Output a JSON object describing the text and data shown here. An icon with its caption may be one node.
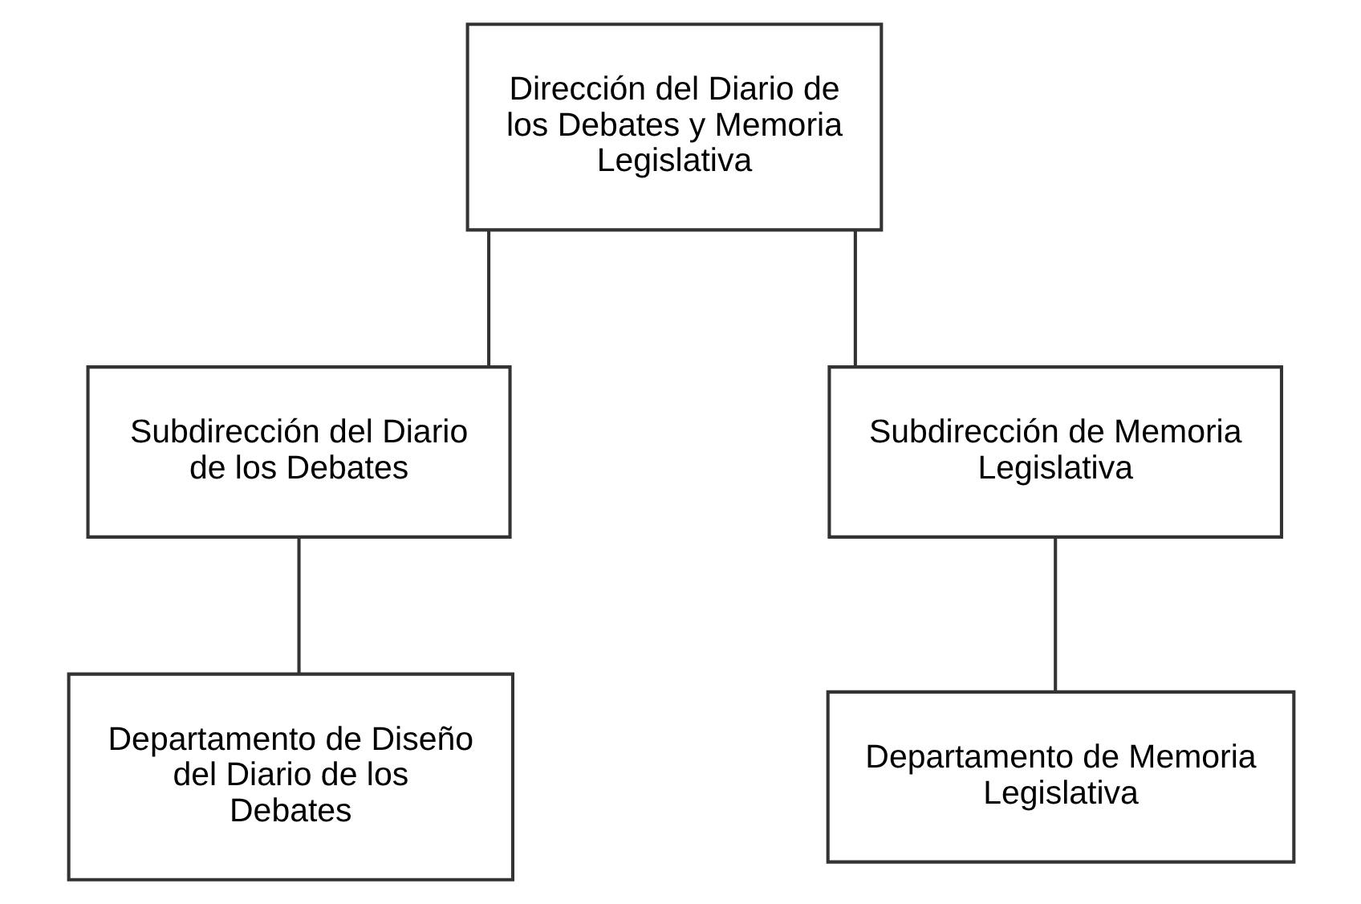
{
  "diagram": {
    "nodes": [
      {
        "text": [
          "Dirección del Diario de los Debates y Memoria Legislativa"
        ]
      },
      {
        "text": [
          "Subdirección del Diario de los Debates"
        ]
      },
      {
        "text": [
          "Subdirección de Memoria Legislativa"
        ]
      },
      {
        "text": [
          "Departamento de Diseño del Diario de los Debates"
        ]
      },
      {
        "text": [
          "Departamento de Memoria Legislativa"
        ]
      }
    ],
    "edges": [
      {
        "from": 0,
        "to": 1,
        "arrow": "none"
      },
      {
        "from": 0,
        "to": 2,
        "arrow": "none"
      },
      {
        "from": 1,
        "to": 3,
        "arrow": "none"
      },
      {
        "from": 2,
        "to": 4,
        "arrow": "none"
      }
    ]
  }
}
